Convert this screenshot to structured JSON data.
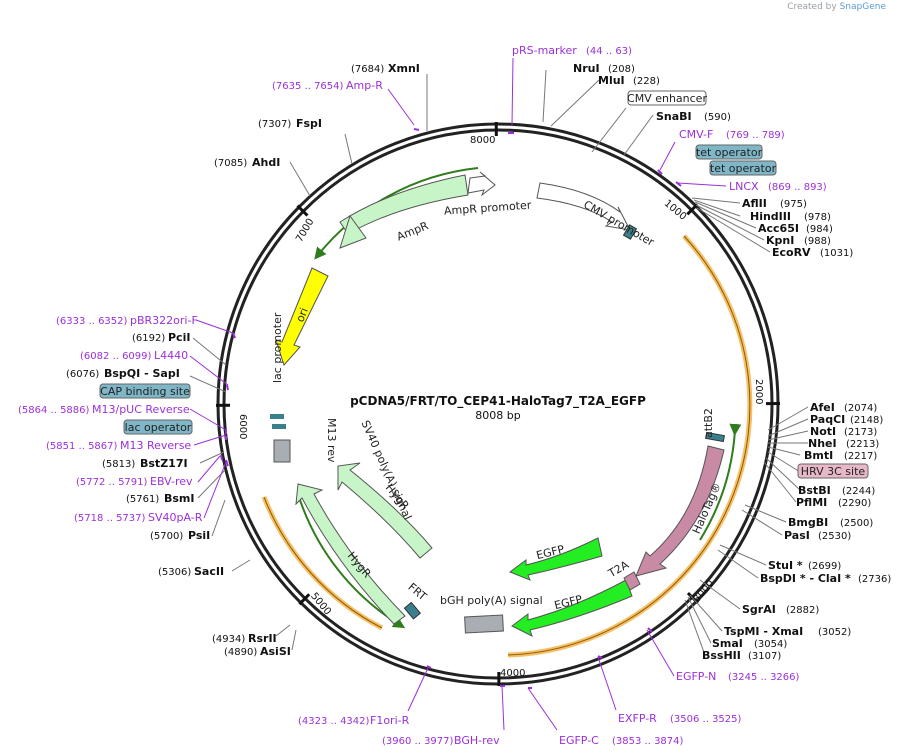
{
  "credit": {
    "prefix": "Created by",
    "brand": "SnapGene"
  },
  "plasmid": {
    "name": "pCDNA5/FRT/TO_CEP41-HaloTag7_T2A_EGFP",
    "length": 8008,
    "length_label": "8008 bp"
  },
  "ticks": [
    {
      "bp": 1000,
      "label": "1000"
    },
    {
      "bp": 2000,
      "label": "2000"
    },
    {
      "bp": 3000,
      "label": "3000"
    },
    {
      "bp": 4000,
      "label": "4000"
    },
    {
      "bp": 5000,
      "label": "5000"
    },
    {
      "bp": 6000,
      "label": "6000"
    },
    {
      "bp": 7000,
      "label": "7000"
    },
    {
      "bp": 8000,
      "label": "8000"
    }
  ],
  "enzymes": [
    {
      "name": "NruI",
      "pos": "(208)"
    },
    {
      "name": "MluI",
      "pos": "(228)"
    },
    {
      "name": "SnaBI",
      "pos": "(590)"
    },
    {
      "name": "AflII",
      "pos": "(975)"
    },
    {
      "name": "HindIII",
      "pos": "(978)"
    },
    {
      "name": "Acc65I",
      "pos": "(984)"
    },
    {
      "name": "KpnI",
      "pos": "(988)"
    },
    {
      "name": "EcoRV",
      "pos": "(1031)"
    },
    {
      "name": "AfeI",
      "pos": "(2074)"
    },
    {
      "name": "PaqCI",
      "pos": "(2148)"
    },
    {
      "name": "NotI",
      "pos": "(2173)"
    },
    {
      "name": "NheI",
      "pos": "(2213)"
    },
    {
      "name": "BmtI",
      "pos": "(2217)"
    },
    {
      "name": "BstBI",
      "pos": "(2244)"
    },
    {
      "name": "PflMI",
      "pos": "(2290)"
    },
    {
      "name": "BmgBI",
      "pos": "(2500)"
    },
    {
      "name": "PasI",
      "pos": "(2530)"
    },
    {
      "name": "StuI *",
      "pos": "(2699)"
    },
    {
      "name": "BspDI * - ClaI *",
      "pos": "(2736)"
    },
    {
      "name": "SgrAI",
      "pos": "(2882)"
    },
    {
      "name": "TspMI - XmaI",
      "pos": "(3052)"
    },
    {
      "name": "SmaI",
      "pos": "(3054)"
    },
    {
      "name": "BssHII",
      "pos": "(3107)"
    },
    {
      "name": "AsiSI",
      "pos": "(4890)"
    },
    {
      "name": "RsrII",
      "pos": "(4934)"
    },
    {
      "name": "SacII",
      "pos": "(5306)"
    },
    {
      "name": "PsiI",
      "pos": "(5700)"
    },
    {
      "name": "BsmI",
      "pos": "(5761)"
    },
    {
      "name": "BstZ17I",
      "pos": "(5813)"
    },
    {
      "name": "BspQI - SapI",
      "pos": "(6076)"
    },
    {
      "name": "PciI",
      "pos": "(6192)"
    },
    {
      "name": "AhdI",
      "pos": "(7085)"
    },
    {
      "name": "FspI",
      "pos": "(7307)"
    },
    {
      "name": "XmnI",
      "pos": "(7684)"
    }
  ],
  "primers": [
    {
      "name": "pRS-marker",
      "pos": "(44 .. 63)"
    },
    {
      "name": "CMV-F",
      "pos": "(769 .. 789)"
    },
    {
      "name": "LNCX",
      "pos": "(869 .. 893)"
    },
    {
      "name": "EGFP-N",
      "pos": "(3245 .. 3266)"
    },
    {
      "name": "EXFP-R",
      "pos": "(3506 .. 3525)"
    },
    {
      "name": "EGFP-C",
      "pos": "(3853 .. 3874)"
    },
    {
      "name": "BGH-rev",
      "pos": "(3960 .. 3977)"
    },
    {
      "name": "F1ori-R",
      "pos": "(4323 .. 4342)"
    },
    {
      "name": "SV40pA-R",
      "pos": "(5718 .. 5737)"
    },
    {
      "name": "EBV-rev",
      "pos": "(5772 .. 5791)"
    },
    {
      "name": "M13 Reverse",
      "pos": "(5851 .. 5867)"
    },
    {
      "name": "M13/pUC Reverse",
      "pos": "(5864 .. 5886)"
    },
    {
      "name": "L4440",
      "pos": "(6082 .. 6099)"
    },
    {
      "name": "pBR322ori-F",
      "pos": "(6333 .. 6352)"
    },
    {
      "name": "Amp-R",
      "pos": "(7635 .. 7654)"
    }
  ],
  "boxed_labels": [
    {
      "name": "CMV enhancer",
      "fill": "#ffffff"
    },
    {
      "name": "tet operator",
      "fill": "#7fb7c8"
    },
    {
      "name": "tet operator",
      "fill": "#7fb7c8"
    },
    {
      "name": "HRV 3C site",
      "fill": "#e6b8c8"
    },
    {
      "name": "CAP binding site",
      "fill": "#7fb7c8"
    },
    {
      "name": "lac operator",
      "fill": "#7fb7c8"
    }
  ],
  "features": [
    {
      "name": "CMV promoter",
      "color": "#ffffff"
    },
    {
      "name": "attB2",
      "color": "#3a7f8c"
    },
    {
      "name": "HaloTag®",
      "color": "#c98aa6"
    },
    {
      "name": "T2A",
      "color": "#c98aa6"
    },
    {
      "name": "EGFP",
      "color": "#22ee22"
    },
    {
      "name": "EGFP",
      "color": "#22ee22"
    },
    {
      "name": "bGH poly(A) signal",
      "color": "#a9aeb4"
    },
    {
      "name": "FRT",
      "color": "#3a7f8c"
    },
    {
      "name": "HygR",
      "color": "#c8f5c8"
    },
    {
      "name": "HygR",
      "color": "#c8f5c8"
    },
    {
      "name": "SV40 poly(A) signal",
      "color": "#a9aeb4"
    },
    {
      "name": "M13 rev",
      "color": "#3a7f8c"
    },
    {
      "name": "lac promoter",
      "color": "#ffffff"
    },
    {
      "name": "ori",
      "color": "#ffff00"
    },
    {
      "name": "AmpR",
      "color": "#c8f5c8"
    },
    {
      "name": "AmpR promoter",
      "color": "#ffffff"
    }
  ],
  "colors": {
    "primer": "#9b30d9",
    "orf": "#f6b44a",
    "backbone": "#222222",
    "orf_inner": "#2f7d1c"
  }
}
